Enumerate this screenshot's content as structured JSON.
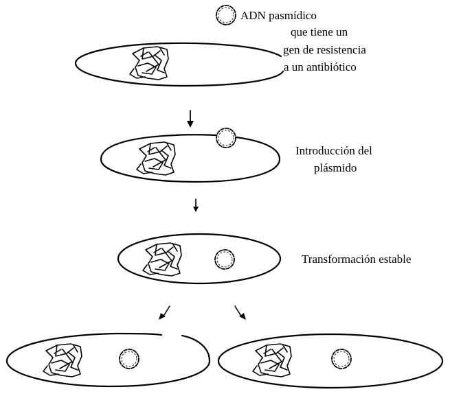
{
  "labels": {
    "plasmid_title": "ADN pasmídico",
    "plasmid_desc_line1": "que tiene un",
    "plasmid_desc_line2": "gen de resistencia",
    "plasmid_desc_line3": "a un antibiótico",
    "step2_line1": "Introducción del",
    "step2_line2": "plásmido",
    "step3": "Transformación estable"
  }
}
